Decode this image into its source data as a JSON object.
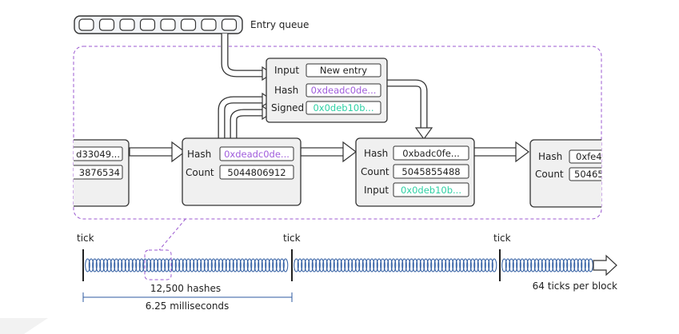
{
  "entry_queue": {
    "label": "Entry queue",
    "slot_count": 8
  },
  "entry_box": {
    "labels": {
      "input": "Input",
      "hash": "Hash",
      "signed": "Signed"
    },
    "values": {
      "input": "New entry",
      "hash": "0xdeadc0de...",
      "signed": "0x0deb10b..."
    }
  },
  "blocks": [
    {
      "hash_value": "d33049...",
      "count_value": "3876534"
    },
    {
      "hash_label": "Hash",
      "hash_value": "0xdeadc0de...",
      "count_label": "Count",
      "count_value": "5044806912"
    },
    {
      "hash_label": "Hash",
      "hash_value": "0xbadc0fe...",
      "count_label": "Count",
      "count_value": "5045855488",
      "input_label": "Input",
      "input_value": "0x0deb10b..."
    },
    {
      "hash_label": "Hash",
      "hash_value": "0xfe4",
      "count_label": "Count",
      "count_value": "50465"
    }
  ],
  "timeline": {
    "tick_label": "tick",
    "hashes_label": "12,500 hashes",
    "duration_label": "6.25 milliseconds",
    "ticks_per_block_label": "64 ticks per block"
  },
  "colors": {
    "hash": "#a05cdc",
    "signed": "#2ed1a5",
    "dashed_frame": "#9b59d0",
    "box_fill": "#f0f0f0",
    "timeline_line": "#2c5aa0"
  }
}
